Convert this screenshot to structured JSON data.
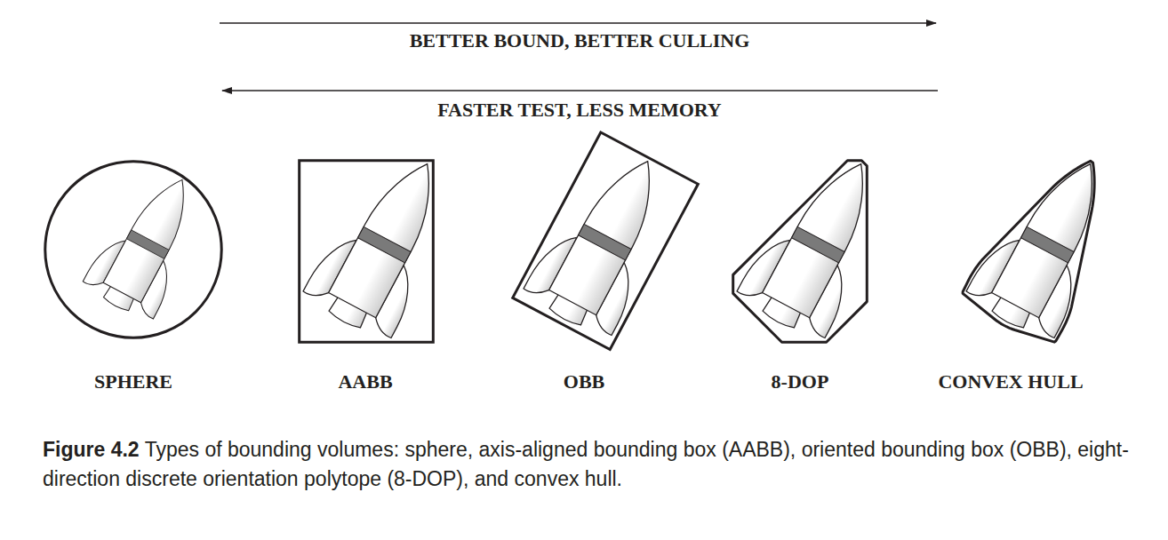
{
  "diagram": {
    "caption": "Figure 4.2 Types of bounding volumes: sphere, axis-aligned bounding box (AABB), oriented bounding box (OBB), eight-direction discrete orientation polytope (8-DOP), and convex hull.",
    "labels": [
      "BETTER BOUND, BETTER CULLING",
      "FASTER TEST, LESS MEMORY",
      "SPHERE",
      "AABB",
      "OBB",
      "8-DOP",
      "CONVEX HULL"
    ]
  }
}
